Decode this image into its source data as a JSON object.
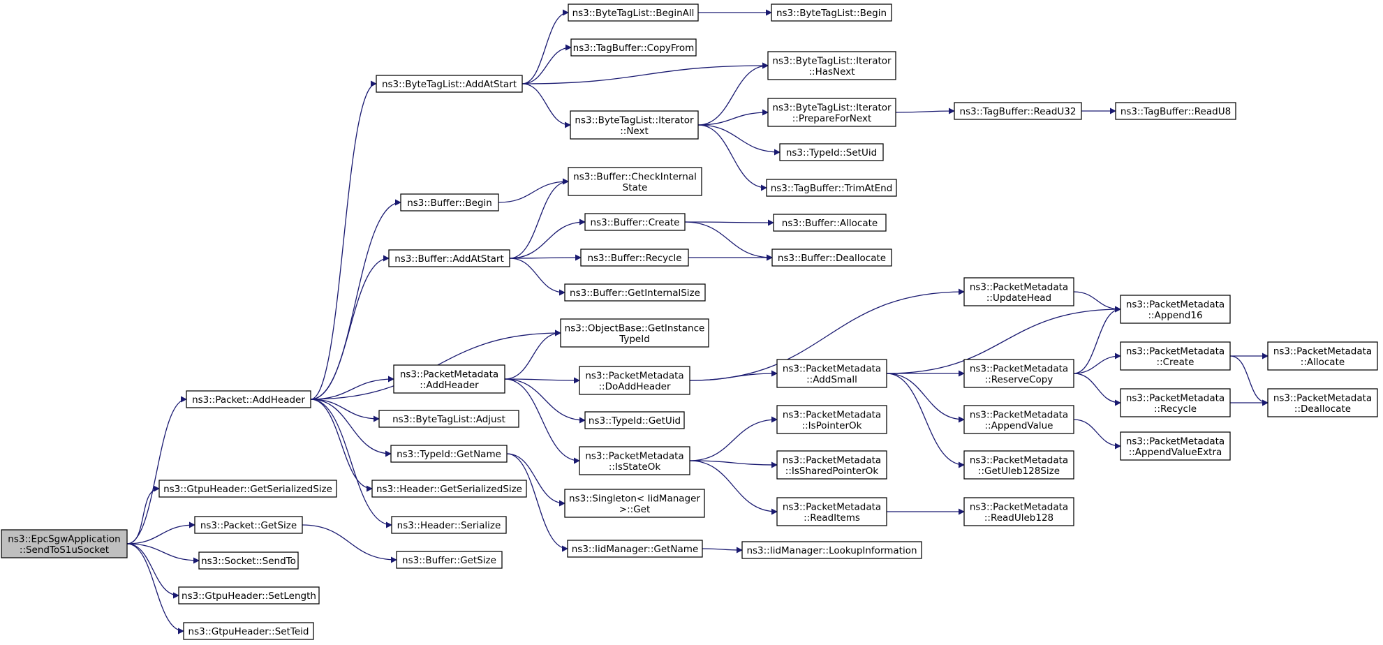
{
  "graph": {
    "edge_color": "#191970",
    "root_fill": "#bfbfbf",
    "nodes": [
      {
        "id": "root",
        "lines": [
          "ns3::EpcSgwApplication",
          "::SendToS1uSocket"
        ],
        "root": true
      },
      {
        "id": "pkt_addheader",
        "lines": [
          "ns3::Packet::AddHeader"
        ]
      },
      {
        "id": "gtpu_getser",
        "lines": [
          "ns3::GtpuHeader::GetSerializedSize"
        ]
      },
      {
        "id": "pkt_getsize",
        "lines": [
          "ns3::Packet::GetSize"
        ]
      },
      {
        "id": "sock_sendto",
        "lines": [
          "ns3::Socket::SendTo"
        ]
      },
      {
        "id": "gtpu_setlen",
        "lines": [
          "ns3::GtpuHeader::SetLength"
        ]
      },
      {
        "id": "gtpu_setteid",
        "lines": [
          "ns3::GtpuHeader::SetTeid"
        ]
      },
      {
        "id": "btl_addatstart",
        "lines": [
          "ns3::ByteTagList::AddAtStart"
        ]
      },
      {
        "id": "buf_begin",
        "lines": [
          "ns3::Buffer::Begin"
        ]
      },
      {
        "id": "buf_addatstart",
        "lines": [
          "ns3::Buffer::AddAtStart"
        ]
      },
      {
        "id": "pm_addheader",
        "lines": [
          "ns3::PacketMetadata",
          "::AddHeader"
        ]
      },
      {
        "id": "btl_adjust",
        "lines": [
          "ns3::ByteTagList::Adjust"
        ]
      },
      {
        "id": "typeid_getname",
        "lines": [
          "ns3::TypeId::GetName"
        ]
      },
      {
        "id": "hdr_getser",
        "lines": [
          "ns3::Header::GetSerializedSize"
        ]
      },
      {
        "id": "hdr_serialize",
        "lines": [
          "ns3::Header::Serialize"
        ]
      },
      {
        "id": "buf_getsize",
        "lines": [
          "ns3::Buffer::GetSize"
        ]
      },
      {
        "id": "btl_beginall",
        "lines": [
          "ns3::ByteTagList::BeginAll"
        ]
      },
      {
        "id": "tb_copyfrom",
        "lines": [
          "ns3::TagBuffer::CopyFrom"
        ]
      },
      {
        "id": "btli_next",
        "lines": [
          "ns3::ByteTagList::Iterator",
          "::Next"
        ]
      },
      {
        "id": "buf_checkinternal",
        "lines": [
          "ns3::Buffer::CheckInternal",
          "State"
        ]
      },
      {
        "id": "buf_create",
        "lines": [
          "ns3::Buffer::Create"
        ]
      },
      {
        "id": "buf_recycle",
        "lines": [
          "ns3::Buffer::Recycle"
        ]
      },
      {
        "id": "buf_getinternalsize",
        "lines": [
          "ns3::Buffer::GetInternalSize"
        ]
      },
      {
        "id": "ob_getinstancetypeid",
        "lines": [
          "ns3::ObjectBase::GetInstance",
          "TypeId"
        ]
      },
      {
        "id": "pm_doaddheader",
        "lines": [
          "ns3::PacketMetadata",
          "::DoAddHeader"
        ]
      },
      {
        "id": "typeid_getuid",
        "lines": [
          "ns3::TypeId::GetUid"
        ]
      },
      {
        "id": "pm_isstateok",
        "lines": [
          "ns3::PacketMetadata",
          "::IsStateOk"
        ]
      },
      {
        "id": "singleton_get",
        "lines": [
          "ns3::Singleton< IidManager",
          ">::Get"
        ]
      },
      {
        "id": "iid_getname",
        "lines": [
          "ns3::IidManager::GetName"
        ]
      },
      {
        "id": "btl_begin",
        "lines": [
          "ns3::ByteTagList::Begin"
        ]
      },
      {
        "id": "btli_hasnext",
        "lines": [
          "ns3::ByteTagList::Iterator",
          "::HasNext"
        ]
      },
      {
        "id": "btli_prepare",
        "lines": [
          "ns3::ByteTagList::Iterator",
          "::PrepareForNext"
        ]
      },
      {
        "id": "typeid_setuid",
        "lines": [
          "ns3::TypeId::SetUid"
        ]
      },
      {
        "id": "tb_trimatend",
        "lines": [
          "ns3::TagBuffer::TrimAtEnd"
        ]
      },
      {
        "id": "buf_allocate",
        "lines": [
          "ns3::Buffer::Allocate"
        ]
      },
      {
        "id": "buf_deallocate",
        "lines": [
          "ns3::Buffer::Deallocate"
        ]
      },
      {
        "id": "pm_addsmall",
        "lines": [
          "ns3::PacketMetadata",
          "::AddSmall"
        ]
      },
      {
        "id": "pm_ispointerok",
        "lines": [
          "ns3::PacketMetadata",
          "::IsPointerOk"
        ]
      },
      {
        "id": "pm_issharedpointerok",
        "lines": [
          "ns3::PacketMetadata",
          "::IsSharedPointerOk"
        ]
      },
      {
        "id": "pm_readitems",
        "lines": [
          "ns3::PacketMetadata",
          "::ReadItems"
        ]
      },
      {
        "id": "iid_lookup",
        "lines": [
          "ns3::IidManager::LookupInformation"
        ]
      },
      {
        "id": "tb_readu32",
        "lines": [
          "ns3::TagBuffer::ReadU32"
        ]
      },
      {
        "id": "pm_updatehead",
        "lines": [
          "ns3::PacketMetadata",
          "::UpdateHead"
        ]
      },
      {
        "id": "pm_reservecopy",
        "lines": [
          "ns3::PacketMetadata",
          "::ReserveCopy"
        ]
      },
      {
        "id": "pm_appendvalue",
        "lines": [
          "ns3::PacketMetadata",
          "::AppendValue"
        ]
      },
      {
        "id": "pm_getuleb128size",
        "lines": [
          "ns3::PacketMetadata",
          "::GetUleb128Size"
        ]
      },
      {
        "id": "pm_readuleb128",
        "lines": [
          "ns3::PacketMetadata",
          "::ReadUleb128"
        ]
      },
      {
        "id": "tb_readu8",
        "lines": [
          "ns3::TagBuffer::ReadU8"
        ]
      },
      {
        "id": "pm_append16",
        "lines": [
          "ns3::PacketMetadata",
          "::Append16"
        ]
      },
      {
        "id": "pm_create",
        "lines": [
          "ns3::PacketMetadata",
          "::Create"
        ]
      },
      {
        "id": "pm_recycle",
        "lines": [
          "ns3::PacketMetadata",
          "::Recycle"
        ]
      },
      {
        "id": "pm_appendvalueextra",
        "lines": [
          "ns3::PacketMetadata",
          "::AppendValueExtra"
        ]
      },
      {
        "id": "pm_allocate",
        "lines": [
          "ns3::PacketMetadata",
          "::Allocate"
        ]
      },
      {
        "id": "pm_deallocate",
        "lines": [
          "ns3::PacketMetadata",
          "::Deallocate"
        ]
      }
    ],
    "edges": [
      [
        "root",
        "pkt_addheader"
      ],
      [
        "root",
        "gtpu_getser"
      ],
      [
        "root",
        "pkt_getsize"
      ],
      [
        "root",
        "sock_sendto"
      ],
      [
        "root",
        "gtpu_setlen"
      ],
      [
        "root",
        "gtpu_setteid"
      ],
      [
        "pkt_addheader",
        "btl_addatstart"
      ],
      [
        "pkt_addheader",
        "buf_begin"
      ],
      [
        "pkt_addheader",
        "buf_addatstart"
      ],
      [
        "pkt_addheader",
        "ob_getinstancetypeid"
      ],
      [
        "pkt_addheader",
        "pm_addheader"
      ],
      [
        "pkt_addheader",
        "btl_adjust"
      ],
      [
        "pkt_addheader",
        "typeid_getname"
      ],
      [
        "pkt_addheader",
        "hdr_getser"
      ],
      [
        "pkt_addheader",
        "hdr_serialize"
      ],
      [
        "pkt_getsize",
        "buf_getsize"
      ],
      [
        "btl_addatstart",
        "btl_beginall"
      ],
      [
        "btl_addatstart",
        "tb_copyfrom"
      ],
      [
        "btl_addatstart",
        "btli_hasnext"
      ],
      [
        "btl_addatstart",
        "btli_next"
      ],
      [
        "btl_beginall",
        "btl_begin"
      ],
      [
        "btli_next",
        "btli_hasnext"
      ],
      [
        "btli_next",
        "btli_prepare"
      ],
      [
        "btli_next",
        "typeid_setuid"
      ],
      [
        "btli_next",
        "tb_trimatend"
      ],
      [
        "btli_prepare",
        "tb_readu32"
      ],
      [
        "tb_readu32",
        "tb_readu8"
      ],
      [
        "buf_begin",
        "buf_checkinternal"
      ],
      [
        "buf_addatstart",
        "buf_checkinternal"
      ],
      [
        "buf_addatstart",
        "buf_create"
      ],
      [
        "buf_addatstart",
        "buf_recycle"
      ],
      [
        "buf_addatstart",
        "buf_getinternalsize"
      ],
      [
        "buf_create",
        "buf_allocate"
      ],
      [
        "buf_create",
        "buf_deallocate"
      ],
      [
        "buf_recycle",
        "buf_deallocate"
      ],
      [
        "pm_addheader",
        "ob_getinstancetypeid"
      ],
      [
        "pm_addheader",
        "pm_doaddheader"
      ],
      [
        "pm_addheader",
        "typeid_getuid"
      ],
      [
        "pm_addheader",
        "pm_isstateok"
      ],
      [
        "pm_doaddheader",
        "pm_updatehead"
      ],
      [
        "pm_doaddheader",
        "pm_addsmall"
      ],
      [
        "pm_addsmall",
        "pm_append16"
      ],
      [
        "pm_addsmall",
        "pm_reservecopy"
      ],
      [
        "pm_addsmall",
        "pm_appendvalue"
      ],
      [
        "pm_addsmall",
        "pm_getuleb128size"
      ],
      [
        "pm_updatehead",
        "pm_append16"
      ],
      [
        "pm_reservecopy",
        "pm_append16"
      ],
      [
        "pm_reservecopy",
        "pm_create"
      ],
      [
        "pm_reservecopy",
        "pm_recycle"
      ],
      [
        "pm_create",
        "pm_allocate"
      ],
      [
        "pm_create",
        "pm_deallocate"
      ],
      [
        "pm_recycle",
        "pm_deallocate"
      ],
      [
        "pm_appendvalue",
        "pm_appendvalueextra"
      ],
      [
        "pm_isstateok",
        "pm_ispointerok"
      ],
      [
        "pm_isstateok",
        "pm_issharedpointerok"
      ],
      [
        "pm_isstateok",
        "pm_readitems"
      ],
      [
        "pm_readitems",
        "pm_readuleb128"
      ],
      [
        "typeid_getname",
        "singleton_get"
      ],
      [
        "typeid_getname",
        "iid_getname"
      ],
      [
        "iid_getname",
        "iid_lookup"
      ]
    ]
  }
}
